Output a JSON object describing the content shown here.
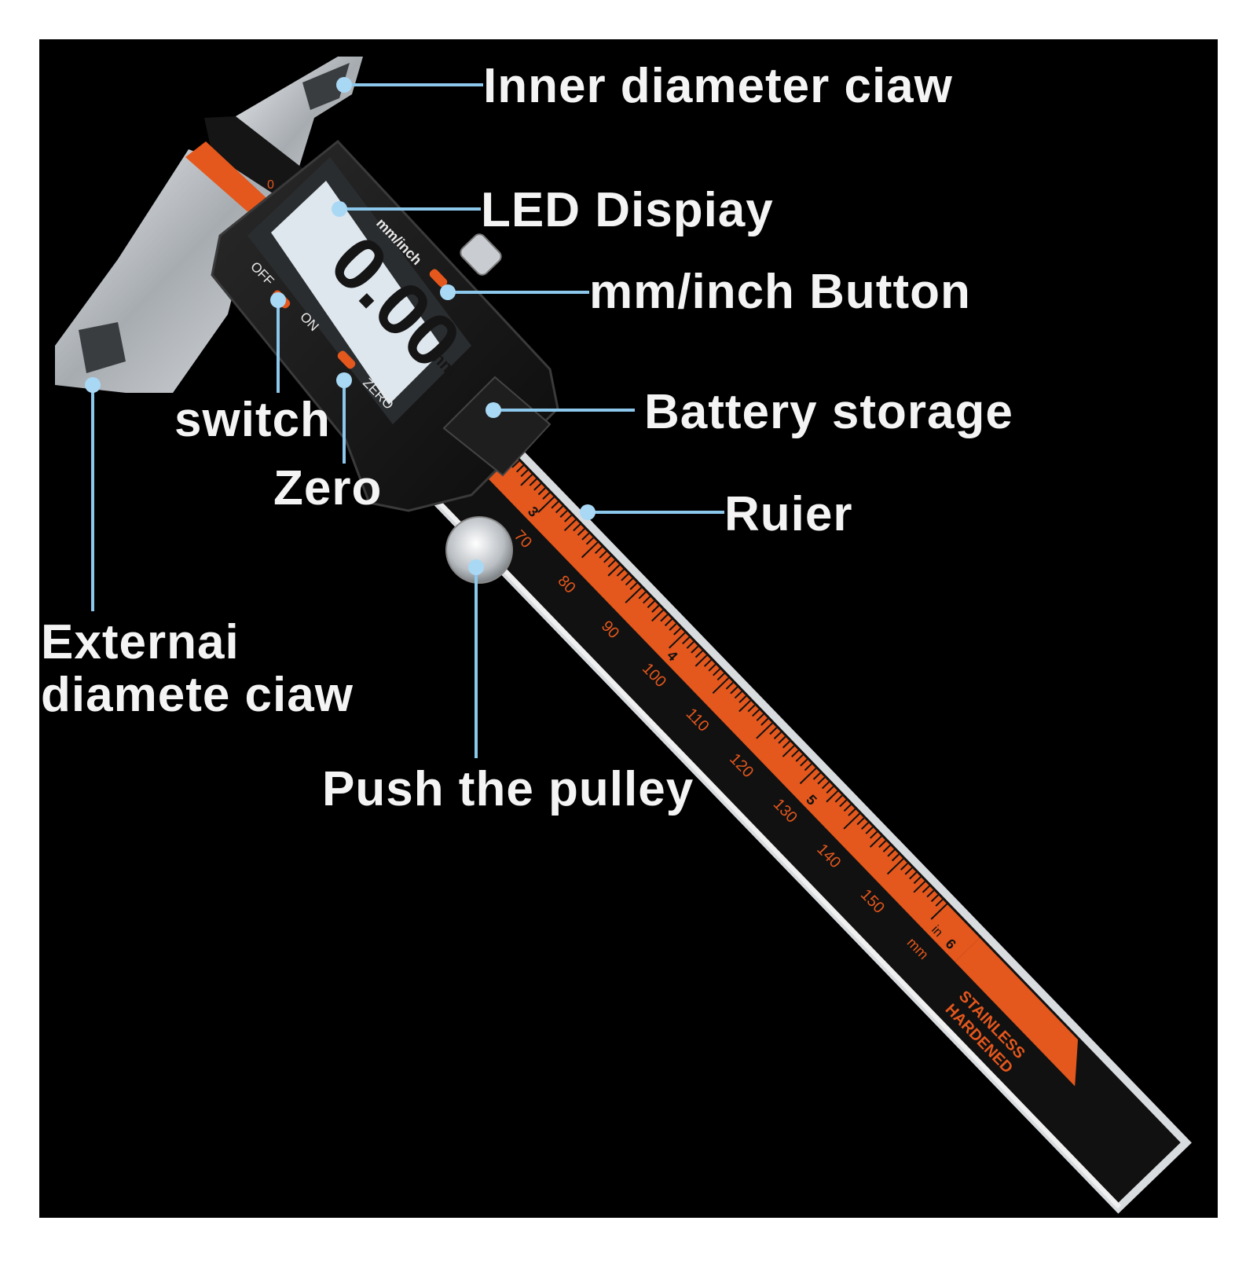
{
  "colors": {
    "background": "#000000",
    "frame": "#ffffff",
    "accent_orange": "#e4571d",
    "steel": "#bfc3c7",
    "leader_line": "#8cc7ec",
    "label_text": "#f4f4f4",
    "lcd_screen": "#dfe7ee"
  },
  "labels": {
    "inner_claw": "Inner diameter ciaw",
    "led_display": "LED Dispiay",
    "mm_inch_button": "mm/inch Button",
    "switch": "switch",
    "zero": "Zero",
    "battery": "Battery storage",
    "ruler": "Ruier",
    "external_claw_line1": "Externai",
    "external_claw_line2": "diamete ciaw",
    "pulley": "Push the pulley"
  },
  "device": {
    "lcd_reading": "0.00",
    "lcd_unit": "mm",
    "mm_inch_marking": "mm/inch",
    "off_marking": "OFF",
    "on_marking": "ON",
    "zero_marking": "ZERO",
    "jaw_zero_marking": "0",
    "ruler_mm_numbers": [
      "70",
      "80",
      "90",
      "100",
      "110",
      "120",
      "130",
      "140",
      "150"
    ],
    "ruler_inch_numbers": [
      "3",
      "4",
      "5",
      "6"
    ],
    "ruler_mm_unit": "mm",
    "ruler_in_unit": "in",
    "stainless_text_line1": "STAINLESS",
    "stainless_text_line2": "HARDENED"
  }
}
